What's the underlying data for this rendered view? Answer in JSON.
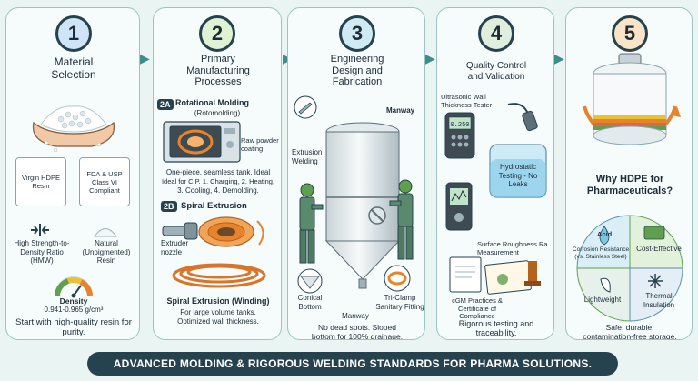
{
  "steps": [
    {
      "number": "1",
      "title_line1": "Material",
      "title_line2": "Selection",
      "card_virgin": "Virgin HDPE Resin",
      "card_fda": "FDA & USP Class VI Compliant",
      "strength": "High Strength-to-Density Ratio (HMW)",
      "natural": "Natural (Unpigmented) Resin",
      "density_label": "Density",
      "density_value": "0.941-0.965 g/cm³",
      "caption": "Start with high-quality resin for purity."
    },
    {
      "number": "2",
      "title_line1": "Primary",
      "title_line2": "Manufacturing",
      "title_line3": "Processes",
      "tag_a": "2A",
      "rot_title": "Rotational Molding",
      "rot_sub": "(Rotomolding)",
      "raw_powder": "Raw powder coating",
      "rot_desc1": "One-piece, seamless tank. Ideal",
      "rot_desc2": "Ideal for CIP. 1. Charging, 2. Heating,",
      "rot_desc3": "3. Cooling, 4. Demolding.",
      "tag_b": "2B",
      "spiral_title": "Spiral Extrusion",
      "extruder": "Extruder nozzle",
      "winding_title": "Spiral Extrusion (Winding)",
      "winding_desc1": "For large volume tanks.",
      "winding_desc2": "Optimized wall thickness."
    },
    {
      "number": "3",
      "title_line1": "Engineering",
      "title_line2": "Design and",
      "title_line3": "Fabrication",
      "manway_top": "Manway",
      "extrusion_welding": "Extrusion Welding",
      "conical_bottom": "Conical Bottom",
      "manway_bottom": "Manway",
      "triclamp": "Tri-Clamp Sanitary Fitting",
      "caption_line1": "No dead spots. Sloped",
      "caption_line2": "bottom for 100% drainage."
    },
    {
      "number": "4",
      "title_line1": "Quality Control",
      "title_line2": "and Validation",
      "ultrasonic": "Ultrasonic Wall Thickness Tester",
      "hydrostatic": "Hydrostatic Testing - No Leaks",
      "gauge_reading": "0.250",
      "roughness": "Surface Roughness Ra Measurement",
      "cgm": "cGM Practices & Certificate of Compliance",
      "caption_line1": "Rigorous testing and",
      "caption_line2": "traceability."
    },
    {
      "number": "5",
      "title_line1": "Why HDPE for",
      "title_line2": "Pharmaceuticals?",
      "acid": "Acid",
      "corrosion": "Corrosion Resistance (vs. Stainless Steel)",
      "cost": "Cost-Effective",
      "lightweight": "Lightweight",
      "thermal": "Thermal Insulation",
      "caption_line1": "Safe, durable,",
      "caption_line2": "contamination-free storage."
    }
  ],
  "footer": "ADVANCED MOLDING & RIGOROUS WELDING STANDARDS FOR PHARMA SOLUTIONS.",
  "colors": {
    "accent_teal": "#3d8b8b",
    "dark": "#27424f",
    "orange": "#e8832a",
    "green": "#5fa04e"
  }
}
